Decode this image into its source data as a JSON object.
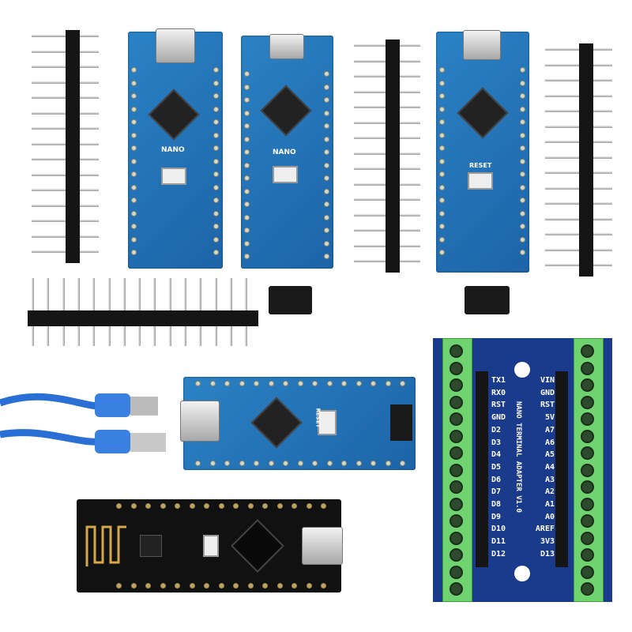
{
  "boards": {
    "nano_typec": {
      "label": "NANO"
    },
    "nano_micro": {
      "label": "NANO"
    },
    "nano_mini": {
      "label": "RESET"
    },
    "nano_horizontal": {
      "label": "RESET"
    }
  },
  "adapter": {
    "title": "NANO TERMINAL ADAPTER V1.0",
    "left_pins": [
      "TX1",
      "RX0",
      "RST",
      "GND",
      "D2",
      "D3",
      "D4",
      "D5",
      "D6",
      "D7",
      "D8",
      "D9",
      "D10",
      "D11",
      "D12"
    ],
    "right_pins": [
      "VIN",
      "GND",
      "RST",
      "5V",
      "A7",
      "A6",
      "A5",
      "A4",
      "A3",
      "A2",
      "A1",
      "A0",
      "AREF",
      "3V3",
      "D13"
    ]
  },
  "colors": {
    "pcb_blue": "#1d64a8",
    "adapter_blue": "#1a3a8c",
    "terminal_green": "#6fd36f",
    "nrf_black": "#111111",
    "cable_blue": "#2a6fd6"
  }
}
